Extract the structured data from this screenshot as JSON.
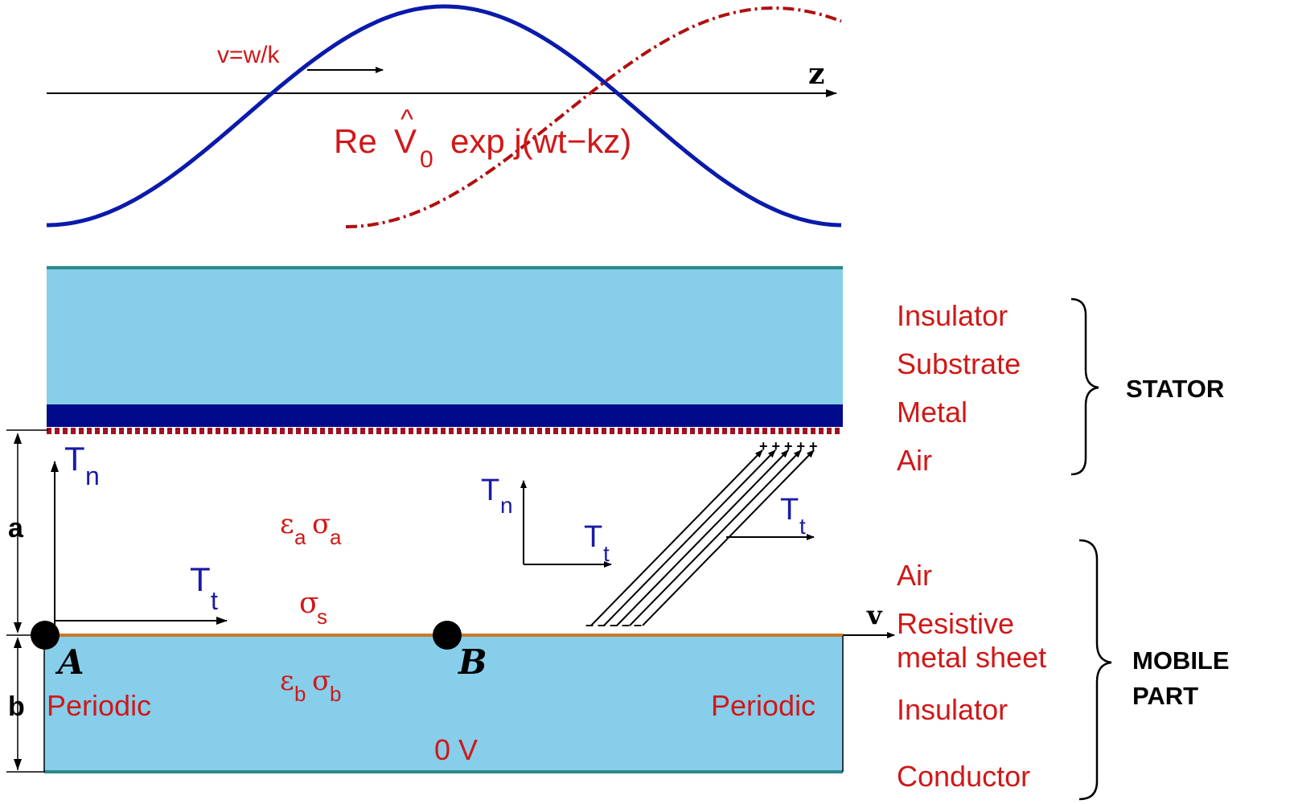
{
  "colors": {
    "insulator_fill": "#87CEEB",
    "edge_teal": "#2a8a8a",
    "metal_blue": "#000a8a",
    "wave_blue": "#0a1aaa",
    "wave_red": "#b01010",
    "label_red": "#d01818",
    "label_blue": "#1a1aa8",
    "sheet_orange": "#c87a2a"
  },
  "wave": {
    "velocity_label": "v=w/k",
    "z_axis_label": "z",
    "expr": {
      "re": "Re",
      "v": "V",
      "hat": "^",
      "sub": "0",
      "exp": "exp j(wt−kz)"
    }
  },
  "geometry_labels": {
    "a": "a",
    "b": "b",
    "tn_main": "T",
    "tn_sub": "n",
    "tt_main": "T",
    "tt_sub": "t",
    "point_a": "A",
    "point_b": "B",
    "periodic_left": "Periodic",
    "periodic_right": "Periodic",
    "zero_volt": "0 V",
    "v_arrow": "v",
    "eps_a": "ε",
    "eps_a_sub": "a",
    "sig_a": "σ",
    "sig_a_sub": "a",
    "sig_s": "σ",
    "sig_s_sub": "s",
    "eps_b": "ε",
    "eps_b_sub": "b",
    "sig_b": "σ",
    "sig_b_sub": "b",
    "plus_charges": "+ + + + +",
    "minus_charges": "– – – – –"
  },
  "layers": {
    "stator": [
      "Insulator",
      "Substrate",
      "Metal",
      "Air"
    ],
    "mobile": [
      "Air",
      "Resistive",
      "metal sheet",
      "Insulator",
      "Conductor"
    ]
  },
  "groups": {
    "stator": "STATOR",
    "mobile_line1": "MOBILE",
    "mobile_line2": "PART"
  }
}
